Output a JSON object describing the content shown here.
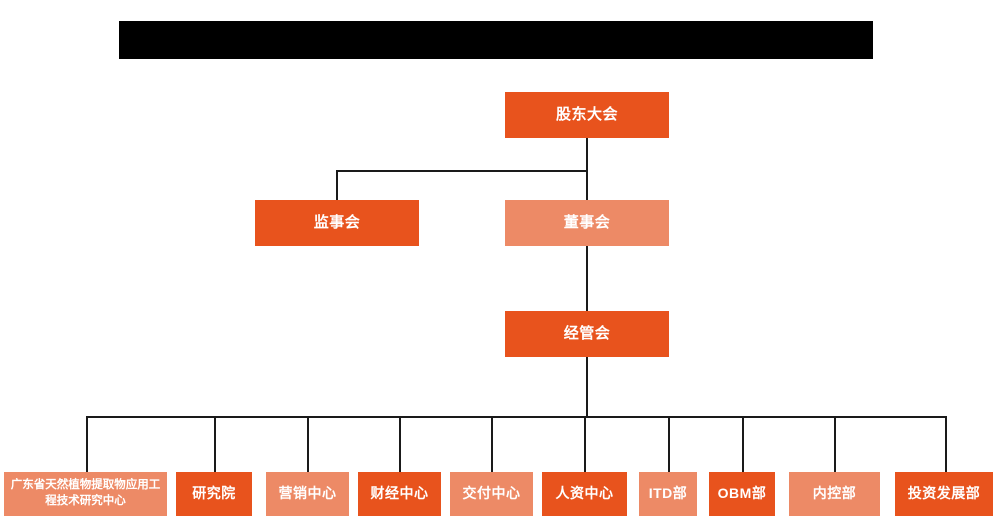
{
  "chart": {
    "type": "org-chart",
    "title_bar": {
      "name": "redacted-title-bar",
      "state": "redacted",
      "color": "#000000",
      "text": ""
    },
    "palette": {
      "deep_orange": "#e8531d",
      "light_orange": "#ed8a66",
      "connector": "#1a1a1a",
      "background": "#ffffff",
      "label_color": "#ffffff"
    },
    "levels": [
      {
        "level": 1,
        "nodes": [
          {
            "id": "shareholders",
            "label": "股东大会",
            "tone": "deep"
          }
        ]
      },
      {
        "level": 2,
        "nodes": [
          {
            "id": "supervisors",
            "label": "监事会",
            "tone": "deep"
          },
          {
            "id": "directors",
            "label": "董事会",
            "tone": "light"
          }
        ]
      },
      {
        "level": 3,
        "nodes": [
          {
            "id": "management",
            "label": "经管会",
            "tone": "deep"
          }
        ]
      },
      {
        "level": 4,
        "nodes": [
          {
            "id": "research-center",
            "label": "广东省天然植物提取物应用工程技术研究中心",
            "tone": "light"
          },
          {
            "id": "institute",
            "label": "研究院",
            "tone": "deep"
          },
          {
            "id": "marketing",
            "label": "营销中心",
            "tone": "light"
          },
          {
            "id": "finance",
            "label": "财经中心",
            "tone": "deep"
          },
          {
            "id": "delivery",
            "label": "交付中心",
            "tone": "light"
          },
          {
            "id": "hr",
            "label": "人资中心",
            "tone": "deep"
          },
          {
            "id": "itd",
            "label": "ITD部",
            "tone": "light"
          },
          {
            "id": "obm",
            "label": "OBM部",
            "tone": "deep"
          },
          {
            "id": "internal-control",
            "label": "内控部",
            "tone": "light"
          },
          {
            "id": "investment",
            "label": "投资发展部",
            "tone": "deep"
          }
        ]
      }
    ]
  }
}
